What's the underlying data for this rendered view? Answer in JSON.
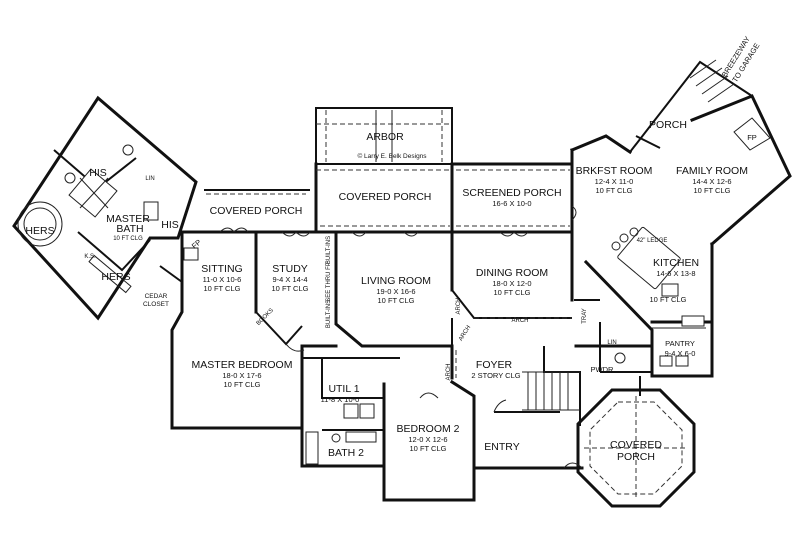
{
  "plan": {
    "credit": "© Larry E. Belk Designs",
    "rooms": {
      "arbor": {
        "name": "ARBOR"
      },
      "covered_porch_top": {
        "name": "COVERED PORCH"
      },
      "covered_porch_left": {
        "name": "COVERED PORCH"
      },
      "screened_porch": {
        "name": "SCREENED PORCH",
        "dims": "16-6 X 10-0"
      },
      "brkfst_room": {
        "name": "BRKFST ROOM",
        "dims": "12-4 X 11-0",
        "ceiling": "10 FT CLG"
      },
      "family_room": {
        "name": "FAMILY ROOM",
        "dims": "14-4 X 12-6",
        "ceiling": "10 FT CLG"
      },
      "porch_right": {
        "name": "PORCH"
      },
      "fp_right": {
        "name": "FP"
      },
      "breezeway": {
        "line1": "BREEZEWAY",
        "line2": "TO GARAGE"
      },
      "kitchen": {
        "name": "KITCHEN",
        "dims": "14-6 X 13-8",
        "ceiling": "10 FT CLG",
        "ledge": "42\" LEDGE"
      },
      "pantry": {
        "name": "PANTRY",
        "dims": "9-4 X 6-0"
      },
      "pwdr": {
        "name": "PWDR"
      },
      "lin_right": {
        "name": "LIN"
      },
      "foyer": {
        "name": "FOYER",
        "dims": "2 STORY CLG"
      },
      "entry": {
        "name": "ENTRY"
      },
      "covered_porch_bottom": {
        "line1": "COVERED",
        "line2": "PORCH"
      },
      "bedroom2": {
        "name": "BEDROOM 2",
        "dims": "12-0 X 12-6",
        "ceiling": "10 FT CLG"
      },
      "util1": {
        "name": "UTIL 1",
        "dims": "11-8 X 10-0"
      },
      "bath2": {
        "name": "BATH 2"
      },
      "dining_room": {
        "name": "DINING ROOM",
        "dims": "18-0 X 12-0",
        "ceiling": "10 FT CLG"
      },
      "living_room": {
        "name": "LIVING ROOM",
        "dims": "19-0 X 16-6",
        "ceiling": "10 FT CLG"
      },
      "study": {
        "name": "STUDY",
        "dims": "9-4 X 14-4",
        "ceiling": "10 FT CLG"
      },
      "sitting": {
        "name": "SITTING",
        "dims": "11-0 X 10-6",
        "ceiling": "10 FT CLG"
      },
      "master_bedroom": {
        "name": "MASTER BEDROOM",
        "dims": "18-0 X 17-6",
        "ceiling": "10 FT CLG"
      },
      "cedar_closet": {
        "line1": "CEDAR",
        "line2": "CLOSET"
      },
      "master_bath": {
        "line1": "MASTER",
        "line2": "BATH",
        "ceiling": "10 FT CLG"
      },
      "his_top": {
        "name": "HIS"
      },
      "his_mid": {
        "name": "HIS"
      },
      "hers_left": {
        "name": "HERS"
      },
      "hers_bottom": {
        "name": "HERS"
      },
      "fp_left": {
        "name": "FP"
      },
      "ks": {
        "name": "K.S."
      },
      "lin_left": {
        "name": "LIN"
      }
    },
    "small_labels": {
      "arch_1": "ARCH",
      "arch_2": "ARCH",
      "arch_3": "ARCH",
      "arch_4": "ARCH",
      "built_ins_1": "BUILT-INS",
      "built_ins_2": "BUILT-INS",
      "see_thru": "SEE THRU FP",
      "books": "BOOKS",
      "tray": "TRAY"
    }
  }
}
